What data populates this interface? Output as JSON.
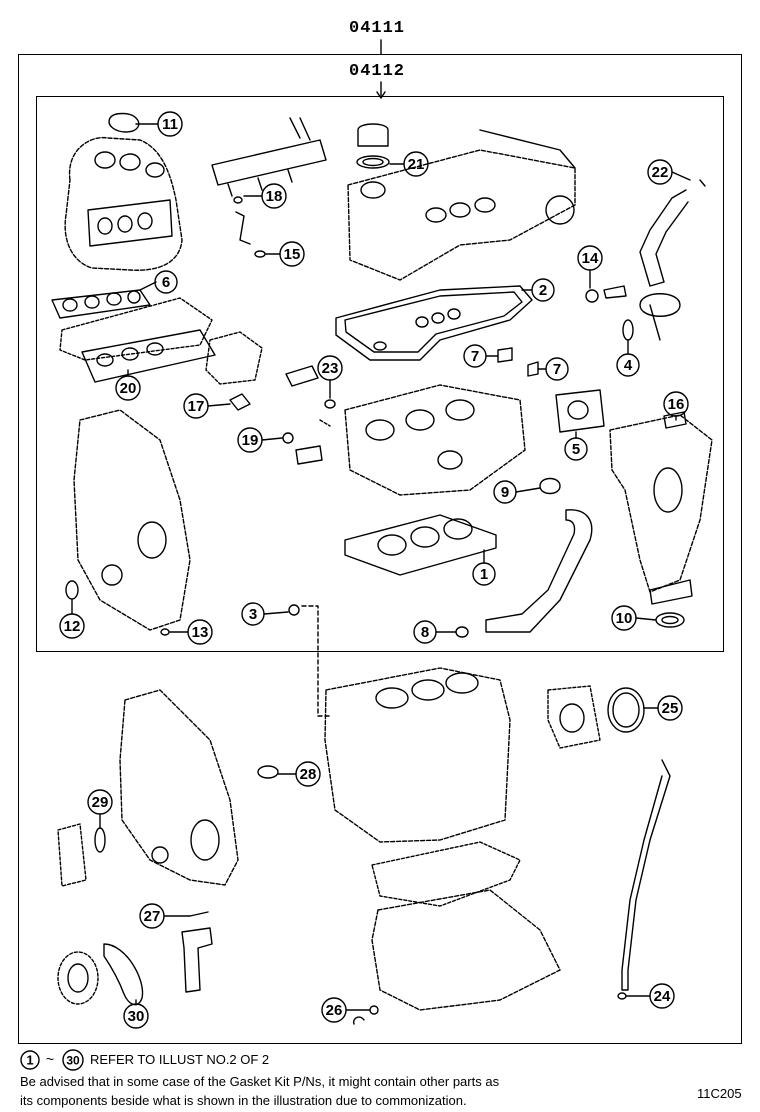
{
  "header": {
    "kit_outer": "04111",
    "kit_inner": "04112"
  },
  "callouts": [
    {
      "n": "1"
    },
    {
      "n": "2"
    },
    {
      "n": "3"
    },
    {
      "n": "4"
    },
    {
      "n": "5"
    },
    {
      "n": "6"
    },
    {
      "n": "7"
    },
    {
      "n": "7"
    },
    {
      "n": "8"
    },
    {
      "n": "9"
    },
    {
      "n": "10"
    },
    {
      "n": "11"
    },
    {
      "n": "12"
    },
    {
      "n": "13"
    },
    {
      "n": "14"
    },
    {
      "n": "15"
    },
    {
      "n": "16"
    },
    {
      "n": "17"
    },
    {
      "n": "18"
    },
    {
      "n": "19"
    },
    {
      "n": "20"
    },
    {
      "n": "21"
    },
    {
      "n": "22"
    },
    {
      "n": "23"
    },
    {
      "n": "24"
    },
    {
      "n": "25"
    },
    {
      "n": "26"
    },
    {
      "n": "27"
    },
    {
      "n": "28"
    },
    {
      "n": "29"
    },
    {
      "n": "30"
    }
  ],
  "footer": {
    "refer_from": "1",
    "refer_to": "30",
    "refer_text": "REFER TO ILLUST NO.2 OF 2",
    "advisory_line1": "Be advised that in some case of the Gasket Kit P/Ns,  it might contain other parts as",
    "advisory_line2": "its components beside what is shown in the illustration due to commonization.",
    "illustration_code": "11C205"
  }
}
